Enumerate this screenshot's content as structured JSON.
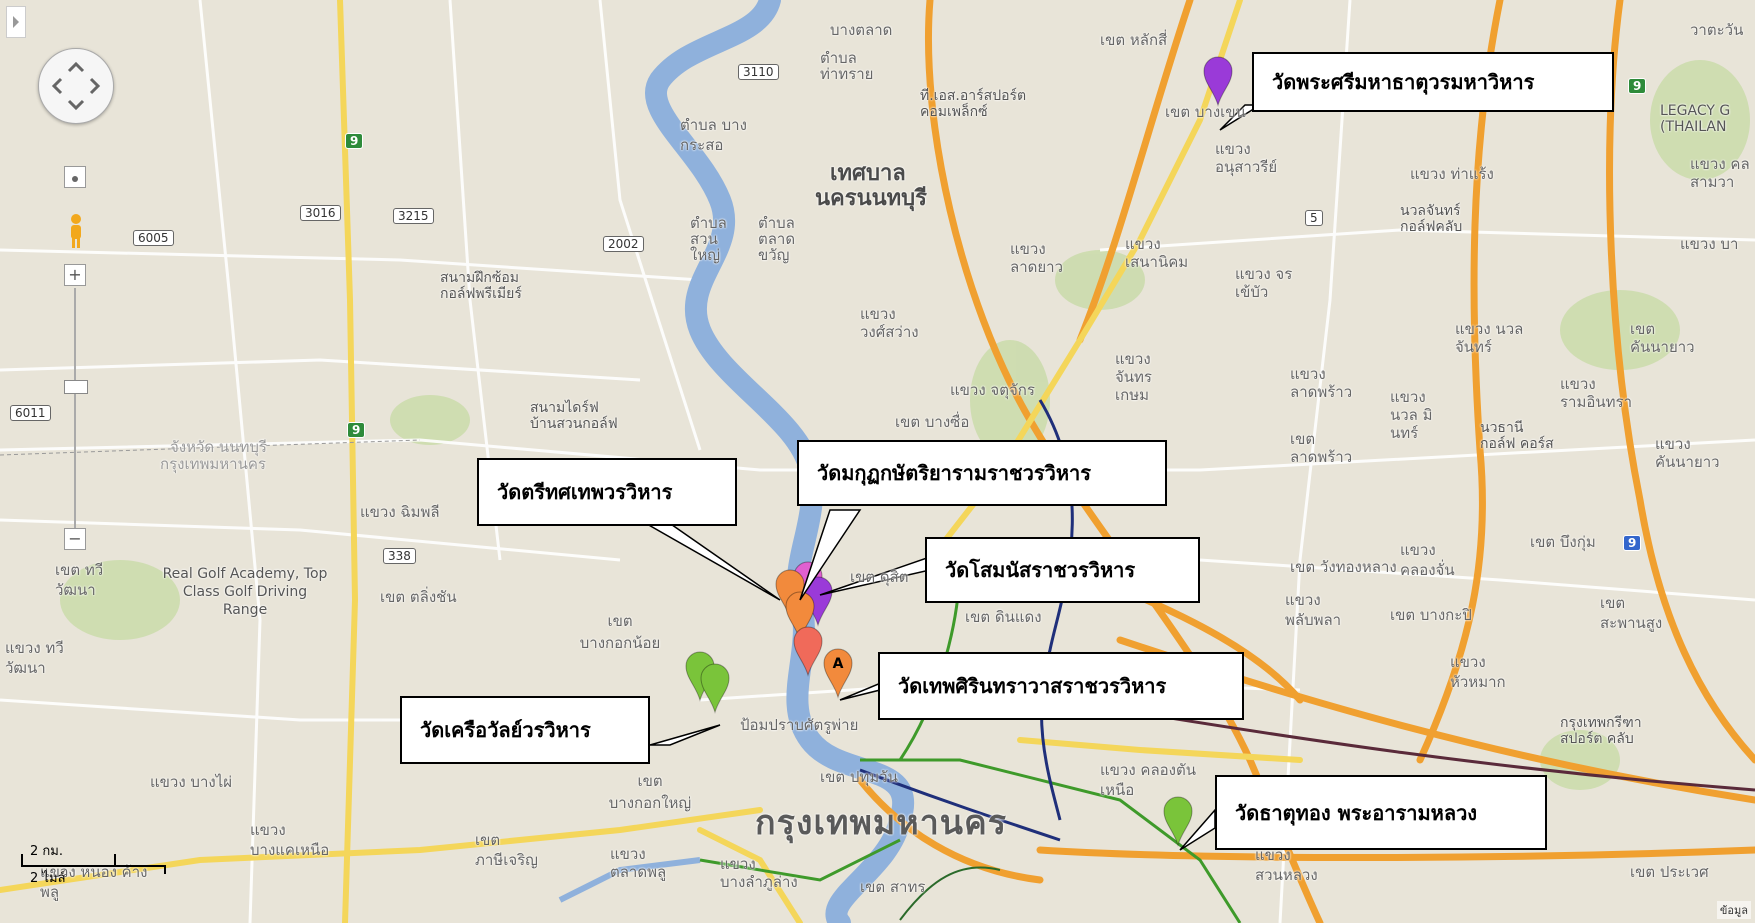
{
  "labels": {
    "bang_talat": "บางตลาด",
    "tambon_tha_sai": "ตำบล ท่าทราย",
    "tambon_bang_kraso": "ตำบล บาง กระสอ",
    "tambon_suan_yai": "ตำบล สวนใหญ่",
    "tambon_talat_khwan": "ตำบล ตลาดขวัญ",
    "tesaban": "เทศบาล",
    "nonthaburi": "นครนนทบุรี",
    "tot_golf": "ที.เอส.อาร์สปอร์ต คอมเพล็กซ์",
    "khet_lak_si": "เขต หลักสี่",
    "khet_bang_khen": "เขต บางเขน",
    "khwaeng_anusawari": "แขวง อนุสาวรีย์",
    "khwaeng_tha_raeng": "แขวง ท่าแร้ง",
    "nawamin_golf": "นวลจันทร์ กอล์ฟคลับ",
    "khwaeng_lat_yao": "แขวง ลาดยาว",
    "khwaeng_sena": "แขวง เสนานิคม",
    "khwaeng_chorakhe": "แขวง จร เข้บัว",
    "khwaeng_bang": "แขวง บา",
    "khwaeng_wong_sawang": "แขวง วงศ์สว่าง",
    "khwaeng_chan_kasem": "แขวง จันทรเกษม",
    "khwaeng_lat_phrao": "แขวง ลาดพร้าว",
    "khwaeng_nuan": "แขวง นวล จันทร์",
    "khwaeng_nuan2": "แขวง นวล มินทร์",
    "khet_khan_na_yao": "เขต คันนายาว",
    "khwaeng_ram_inthra": "แขวง รามอินทรา",
    "nawathani_golf": "นวธานี กอล์ฟ คอร์ส",
    "khwaeng_khan_na_yao": "แขวง คันนายาว",
    "khet_chatuchak": "แขวง จตุจักร",
    "khet_bang_sue": "เขต บางซื่อ",
    "khet_lat_phrao": "เขต ลาดพร้าว",
    "khet_bueng_kum": "เขต บึงกุ่ม",
    "golf_practice": "สนามฝึกซ้อม กอล์ฟพรีเมียร์",
    "golf_bankgolf": "สนามไดร์ฟ บ้านสวนกอล์ฟ",
    "changwat_non": "จังหวัด นนทบุรี",
    "krung_thep_border": "กรุงเทพมหานคร",
    "khwaeng_chimphli": "แขวง ฉิมพลี",
    "khet_taling_chan": "เขต ตลิ่งชัน",
    "khet_thawi": "เขต ทวี วัฒนา",
    "real_golf": "Real Golf Academy, Top Class Golf Driving Range",
    "khwaeng_thawi": "แขวง ทวี วัฒนา",
    "khet_bangkok_noi": "เขต บางกอกน้อย",
    "khet_dusit": "เขต ดุสิต",
    "khet_din_daeng": "เขต ดินแดง",
    "khwaeng_wang_thong": "เขต วังทองหลาง",
    "khwaeng_khlong_chan": "แขวง คลองจั่น",
    "khwaeng_phlap_phla": "แขวง พลับพลา",
    "khet_bang_kapi": "เขต บางกะปิ",
    "khwaeng_hua_mak": "แขวง หัวหมาก",
    "khet_saphan_sung": "เขต สะพานสูง",
    "krungthep_kritha": "กรุงเทพกรีฑา สปอร์ต คลับ",
    "khwaeng_bang_phai": "แขวง บางไผ่",
    "khet_bangkok_yai": "เขต บางกอกใหญ่",
    "khet_pathum_wan": "เขต ปทุมวัน",
    "bangkok": "กรุงเทพมหานคร",
    "khwaeng_khlong_tan": "แขวง คลองตันเหนือ",
    "khwaeng_bang_khae": "แขวง บางแคเหนือ",
    "khet_phasi": "เขต ภาษีเจริญ",
    "khwaeng_talat_phlu": "แขวง ตลาดพลู",
    "khwaeng_bang_lamphu": "แขวง บางลำภูล่าง",
    "khet_sathon": "เขต สาทร",
    "khwaeng_suan_luang": "แขวง สวนหลวง",
    "khet_prawet": "เขต ประเวศ",
    "pom_prap": "ป้อมปราบศัตรูพ่าย",
    "khwaeng_nong": "แขวง หนอง ค้างพลู",
    "legacy": "LEGACY G (THAILAN",
    "khwaeng_sam_wa": "แขวง คล สามวา",
    "wat_tha": "วาตะวัน",
    "bang_rak": "บางกะปิ"
  },
  "shields": {
    "r3110": "3110",
    "r3016": "3016",
    "r3215": "3215",
    "r6005": "6005",
    "r2002": "2002",
    "r6011": "6011",
    "r338": "338",
    "r5": "5",
    "g9a": "9",
    "g9b": "9",
    "g9c": "9",
    "b9": "9"
  },
  "callouts": {
    "c1": "วัดพระศรีมหาธาตุวรมหาวิหาร",
    "c2": "วัดตรีทศเทพวรวิหาร",
    "c3": "วัดมกุฏกษัตริยารามราชวรวิหาร",
    "c4": "วัดโสมนัสราชวรวิหาร",
    "c5": "วัดเทพศิรินทราวาสราชวรวิหาร",
    "c6": "วัดเครือวัลย์วรวิหาร",
    "c7": "วัดธาตุทอง พระอารามหลวง"
  },
  "marker_letter": "A",
  "scale": {
    "km": "2 กม.",
    "mi": "2 ไมล์"
  },
  "attribution": "ข้อมูล",
  "colors": {
    "land": "#e8e4d8",
    "river": "#8fb1dc",
    "major_road": "#f0a030",
    "road_yellow": "#f4d65a",
    "green_area": "#c8dba8",
    "rail_green": "#3e9a2a",
    "rail_navy": "#1f2f7a",
    "rail_dark": "#3a2a6a",
    "marker_purple": "#9a3ad8",
    "marker_pink": "#e060d0",
    "marker_orange": "#f28a3c",
    "marker_salmon": "#f06a5a",
    "marker_green": "#7ac43a"
  }
}
